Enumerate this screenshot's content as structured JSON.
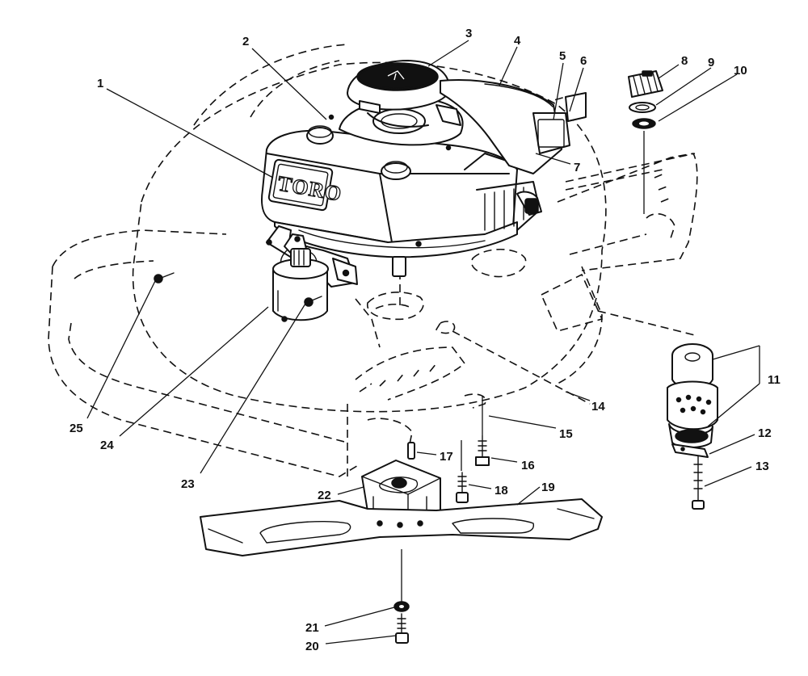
{
  "diagram": {
    "brand_label": "TORO",
    "callouts": {
      "c1": "1",
      "c2": "2",
      "c3": "3",
      "c4": "4",
      "c5": "5",
      "c6": "6",
      "c7": "7",
      "c8": "8",
      "c9": "9",
      "c10": "10",
      "c11": "11",
      "c12": "12",
      "c13": "13",
      "c14": "14",
      "c15": "15",
      "c16": "16",
      "c17": "17",
      "c18": "18",
      "c19": "19",
      "c20": "20",
      "c21": "21",
      "c22": "22",
      "c23": "23",
      "c24": "24",
      "c25": "25"
    }
  }
}
